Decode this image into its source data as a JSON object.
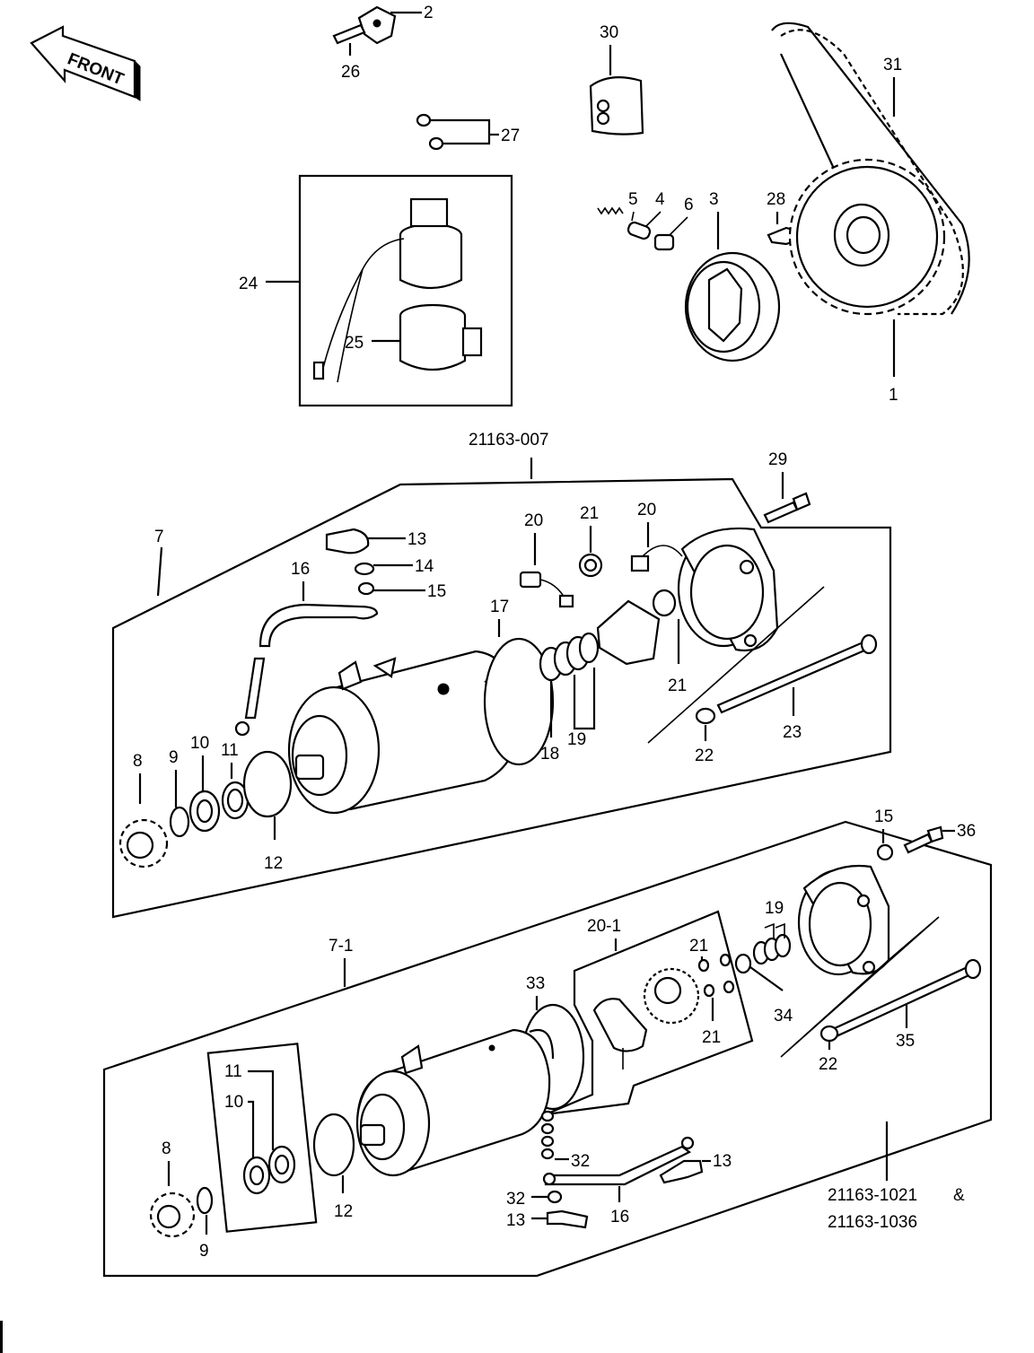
{
  "front_label": "FRONT",
  "assembly_top": "21163-007",
  "assembly_bottom_1": "21163-1021",
  "assembly_bottom_amp": "&",
  "assembly_bottom_2": "21163-1036",
  "labels": {
    "p1": "1",
    "p2": "2",
    "p3": "3",
    "p4": "4",
    "p5": "5",
    "p6": "6",
    "p7": "7",
    "p7_1": "7-1",
    "p8a": "8",
    "p8b": "8",
    "p9a": "9",
    "p9b": "9",
    "p10a": "10",
    "p10b": "10",
    "p11a": "11",
    "p11b": "11",
    "p12a": "12",
    "p12b": "12",
    "p13a": "13",
    "p13b": "13",
    "p13c": "13",
    "p14": "14",
    "p15a": "15",
    "p15b": "15",
    "p16a": "16",
    "p16b": "16",
    "p17": "17",
    "p18": "18",
    "p19a": "19",
    "p19b": "19",
    "p20a": "20",
    "p20b": "20",
    "p20_1": "20-1",
    "p21a": "21",
    "p21b": "21",
    "p21c": "21",
    "p21d": "21",
    "p22a": "22",
    "p22b": "22",
    "p23": "23",
    "p24": "24",
    "p25": "25",
    "p26": "26",
    "p27": "27",
    "p28": "28",
    "p29": "29",
    "p30": "30",
    "p31": "31",
    "p32a": "32",
    "p32b": "32",
    "p33": "33",
    "p34": "34",
    "p35": "35",
    "p36": "36"
  }
}
